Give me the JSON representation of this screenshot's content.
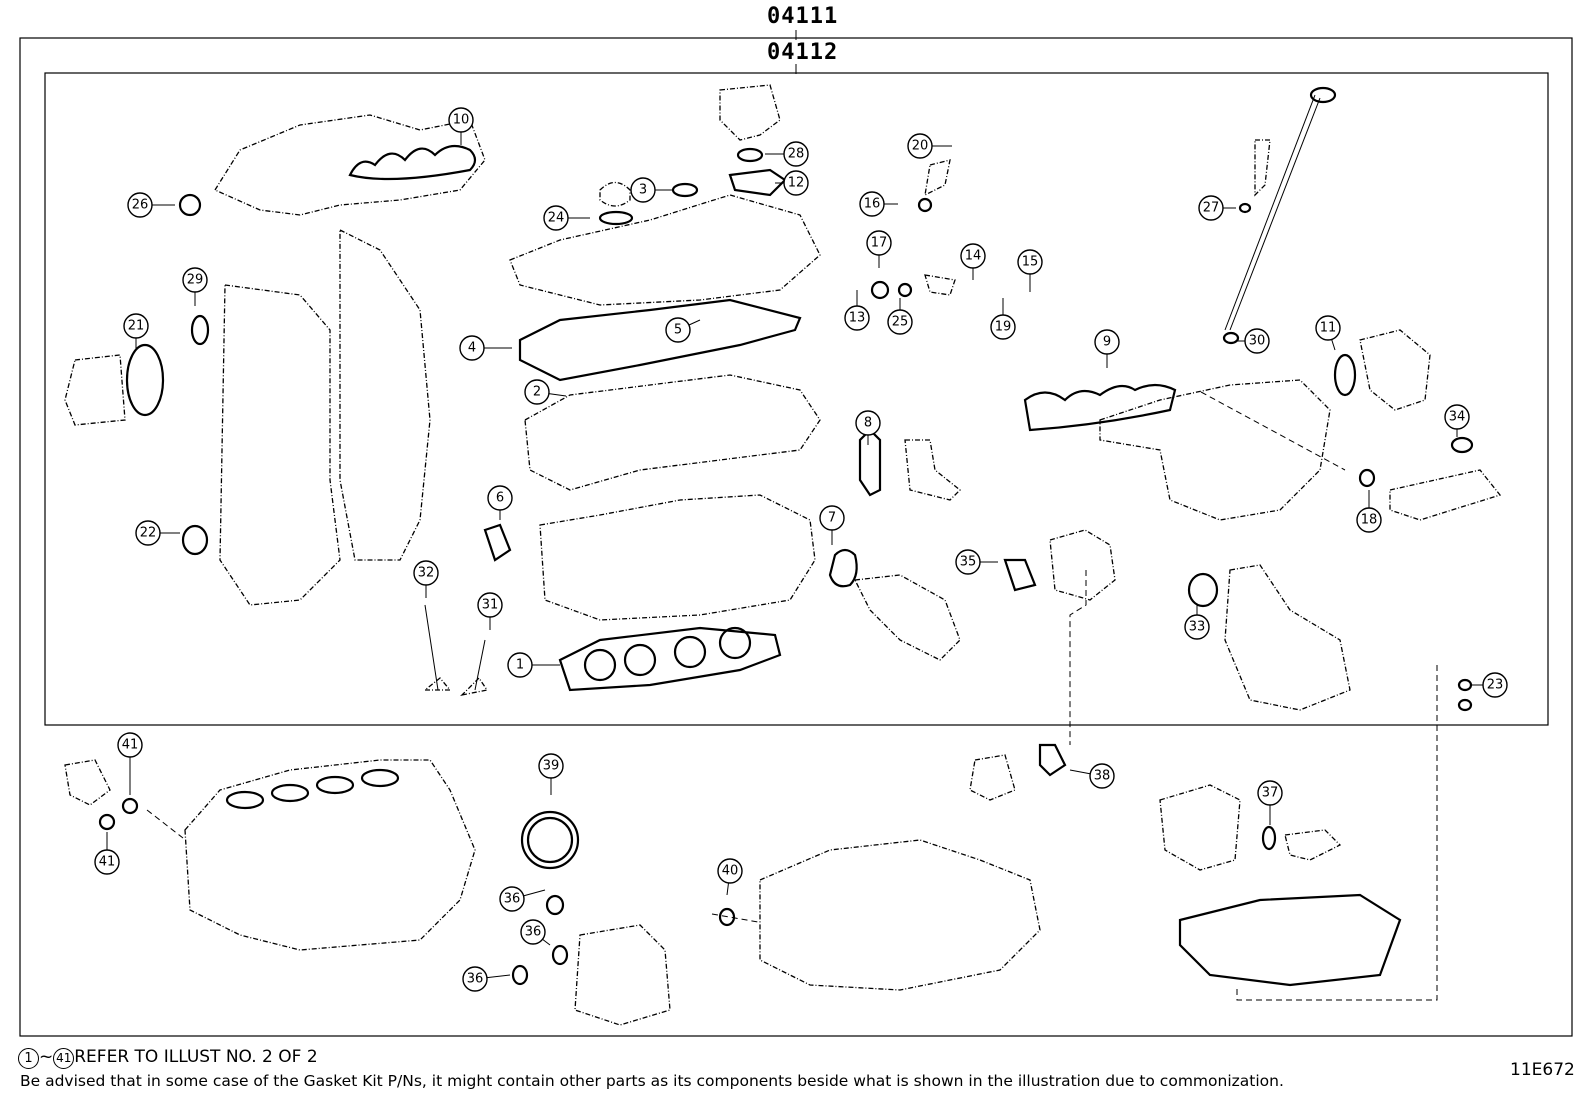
{
  "header": {
    "assembly_code": "04111",
    "subassembly_code": "04112"
  },
  "callouts": [
    "1",
    "2",
    "3",
    "4",
    "5",
    "6",
    "7",
    "8",
    "9",
    "10",
    "11",
    "12",
    "13",
    "14",
    "15",
    "16",
    "17",
    "18",
    "19",
    "20",
    "21",
    "22",
    "23",
    "24",
    "25",
    "26",
    "27",
    "28",
    "29",
    "30",
    "31",
    "32",
    "33",
    "34",
    "35",
    "36",
    "37",
    "38",
    "39",
    "40",
    "41"
  ],
  "footer": {
    "ref_from": "1",
    "ref_to": "41",
    "ref_text": "REFER TO ILLUST NO. 2 OF 2",
    "disclaimer": "Be advised that in some case of the Gasket Kit P/Ns,  it might contain other parts as its components beside what is shown in the illustration due to commonization.",
    "illustration_code": "11E672"
  }
}
